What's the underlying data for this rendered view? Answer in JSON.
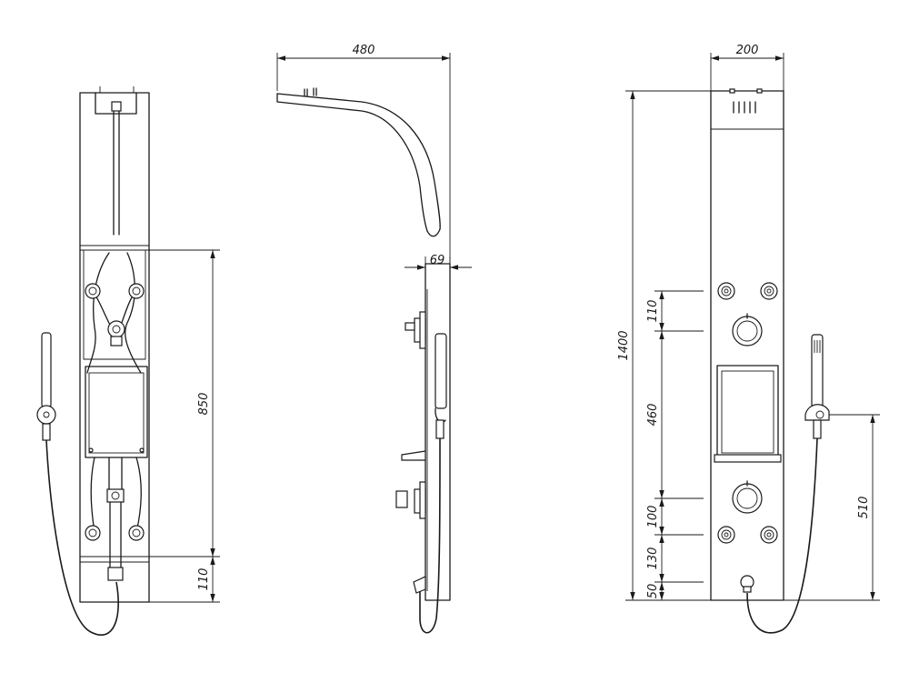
{
  "dimensions": {
    "back_view": {
      "height_850": "850",
      "height_110": "110"
    },
    "side_view": {
      "depth_480": "480",
      "thickness_69": "69"
    },
    "front_view": {
      "width_200": "200",
      "height_1400": "1400",
      "spacing_110": "110",
      "spacing_460": "460",
      "spacing_100": "100",
      "spacing_130": "130",
      "spacing_50": "50",
      "hand_shower_510": "510"
    }
  },
  "colors": {
    "line": "#1a1a1a",
    "background": "#ffffff"
  }
}
